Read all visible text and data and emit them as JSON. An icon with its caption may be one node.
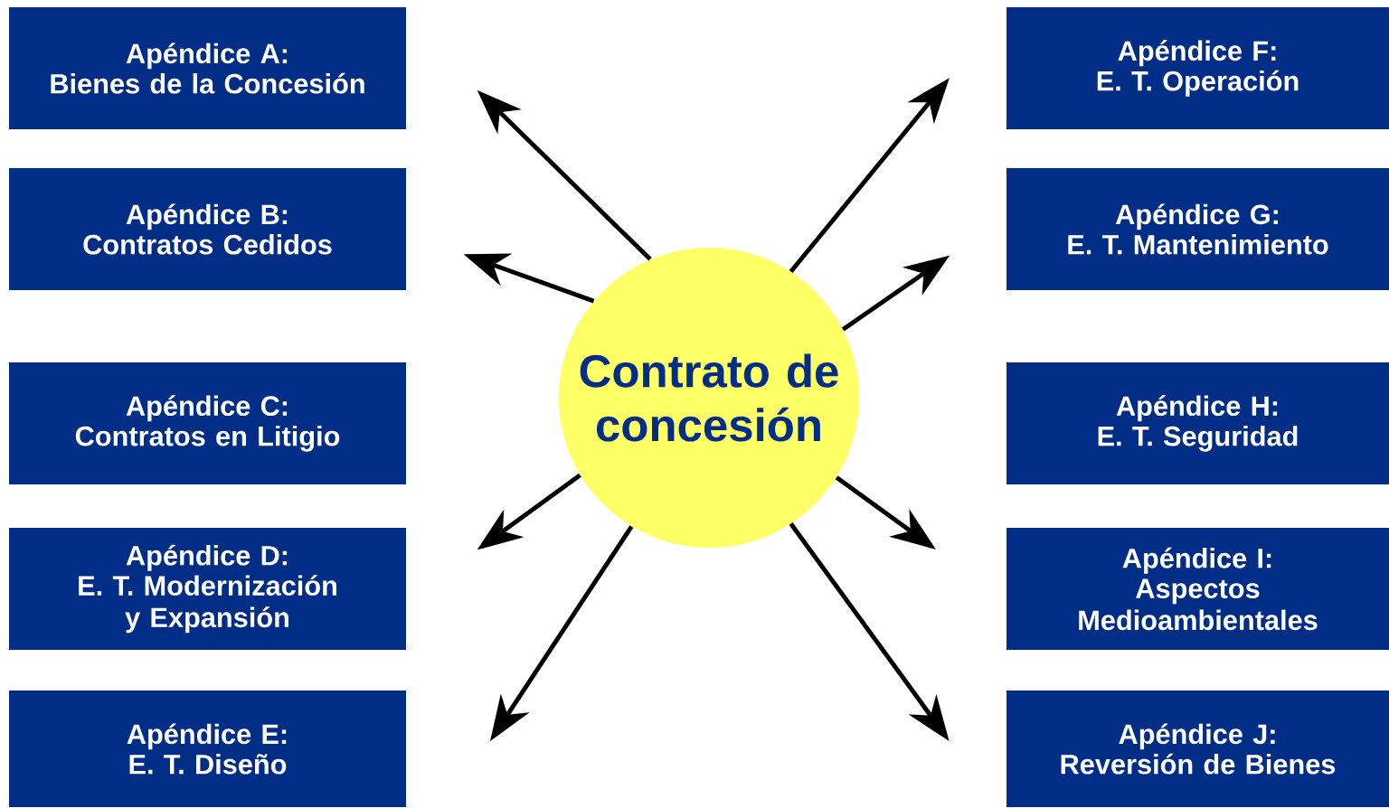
{
  "diagram": {
    "nodes": [
      {
        "text": [
          "Contrato de concesión"
        ]
      },
      {
        "text": [
          "Apéndice A:",
          "Bienes de la Concesión"
        ]
      },
      {
        "text": [
          "Apéndice B:",
          "Contratos Cedidos"
        ]
      },
      {
        "text": [
          "Apéndice C:",
          "Contratos en Litigio"
        ]
      },
      {
        "text": [
          "Apéndice D:",
          "E. T. Modernización y Expansión"
        ]
      },
      {
        "text": [
          "Apéndice E:",
          "E. T. Diseño"
        ]
      },
      {
        "text": [
          "Apéndice F:",
          "E. T. Operación"
        ]
      },
      {
        "text": [
          "Apéndice G:",
          "E. T. Mantenimiento"
        ]
      },
      {
        "text": [
          "Apéndice H:",
          "E. T. Seguridad"
        ]
      },
      {
        "text": [
          "Apéndice I:",
          "Aspectos Medioambientales"
        ]
      },
      {
        "text": [
          "Apéndice J:",
          "Reversión de Bienes"
        ]
      }
    ],
    "edges": [
      {
        "from": 0,
        "to": 1,
        "arrow": "to"
      },
      {
        "from": 0,
        "to": 2,
        "arrow": "to"
      },
      {
        "from": 0,
        "to": 4,
        "arrow": "to"
      },
      {
        "from": 0,
        "to": null,
        "arrow": "to"
      },
      {
        "from": 0,
        "to": 6,
        "arrow": "to"
      },
      {
        "from": 0,
        "to": 7,
        "arrow": "to"
      },
      {
        "from": 0,
        "to": null,
        "arrow": "to"
      },
      {
        "from": 0,
        "to": 10,
        "arrow": "to"
      }
    ]
  }
}
